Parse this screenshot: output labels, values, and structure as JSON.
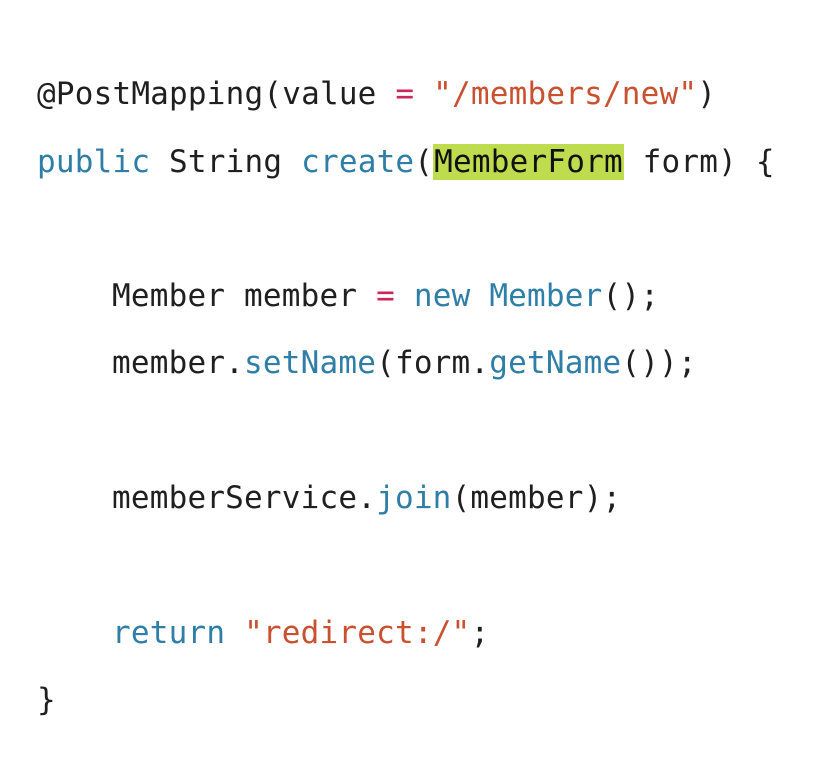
{
  "code": {
    "line1": {
      "annotation": "@PostMapping(value ",
      "eq": "=",
      "space": " ",
      "path": "\"/members/new\"",
      "close": ")"
    },
    "line2": {
      "kw_public": "public",
      "type_string": " String ",
      "method_create": "create",
      "open_paren": "(",
      "highlight_type": "MemberForm",
      "param_rest": " form) {"
    },
    "line3": {
      "decl": "Member member ",
      "eq": "=",
      "space": " ",
      "kw_new": "new",
      "space2": " ",
      "ctor": "Member",
      "tail": "();"
    },
    "line4": {
      "obj": "member.",
      "method_set": "setName",
      "middle": "(form.",
      "method_get": "getName",
      "tail": "());"
    },
    "line5": {
      "obj": "memberService.",
      "method_join": "join",
      "tail": "(member);"
    },
    "line6": {
      "kw_return": "return",
      "space": " ",
      "redirect": "\"redirect:/\"",
      "tail": ";"
    },
    "line7": {
      "brace": "}"
    }
  },
  "colors": {
    "keyword_blue": "#2f7ea8",
    "operator_pink": "#c8285a",
    "string_orange": "#c9512f",
    "highlight_green": "#bedc4e",
    "text_dark": "#1f1f1f"
  }
}
